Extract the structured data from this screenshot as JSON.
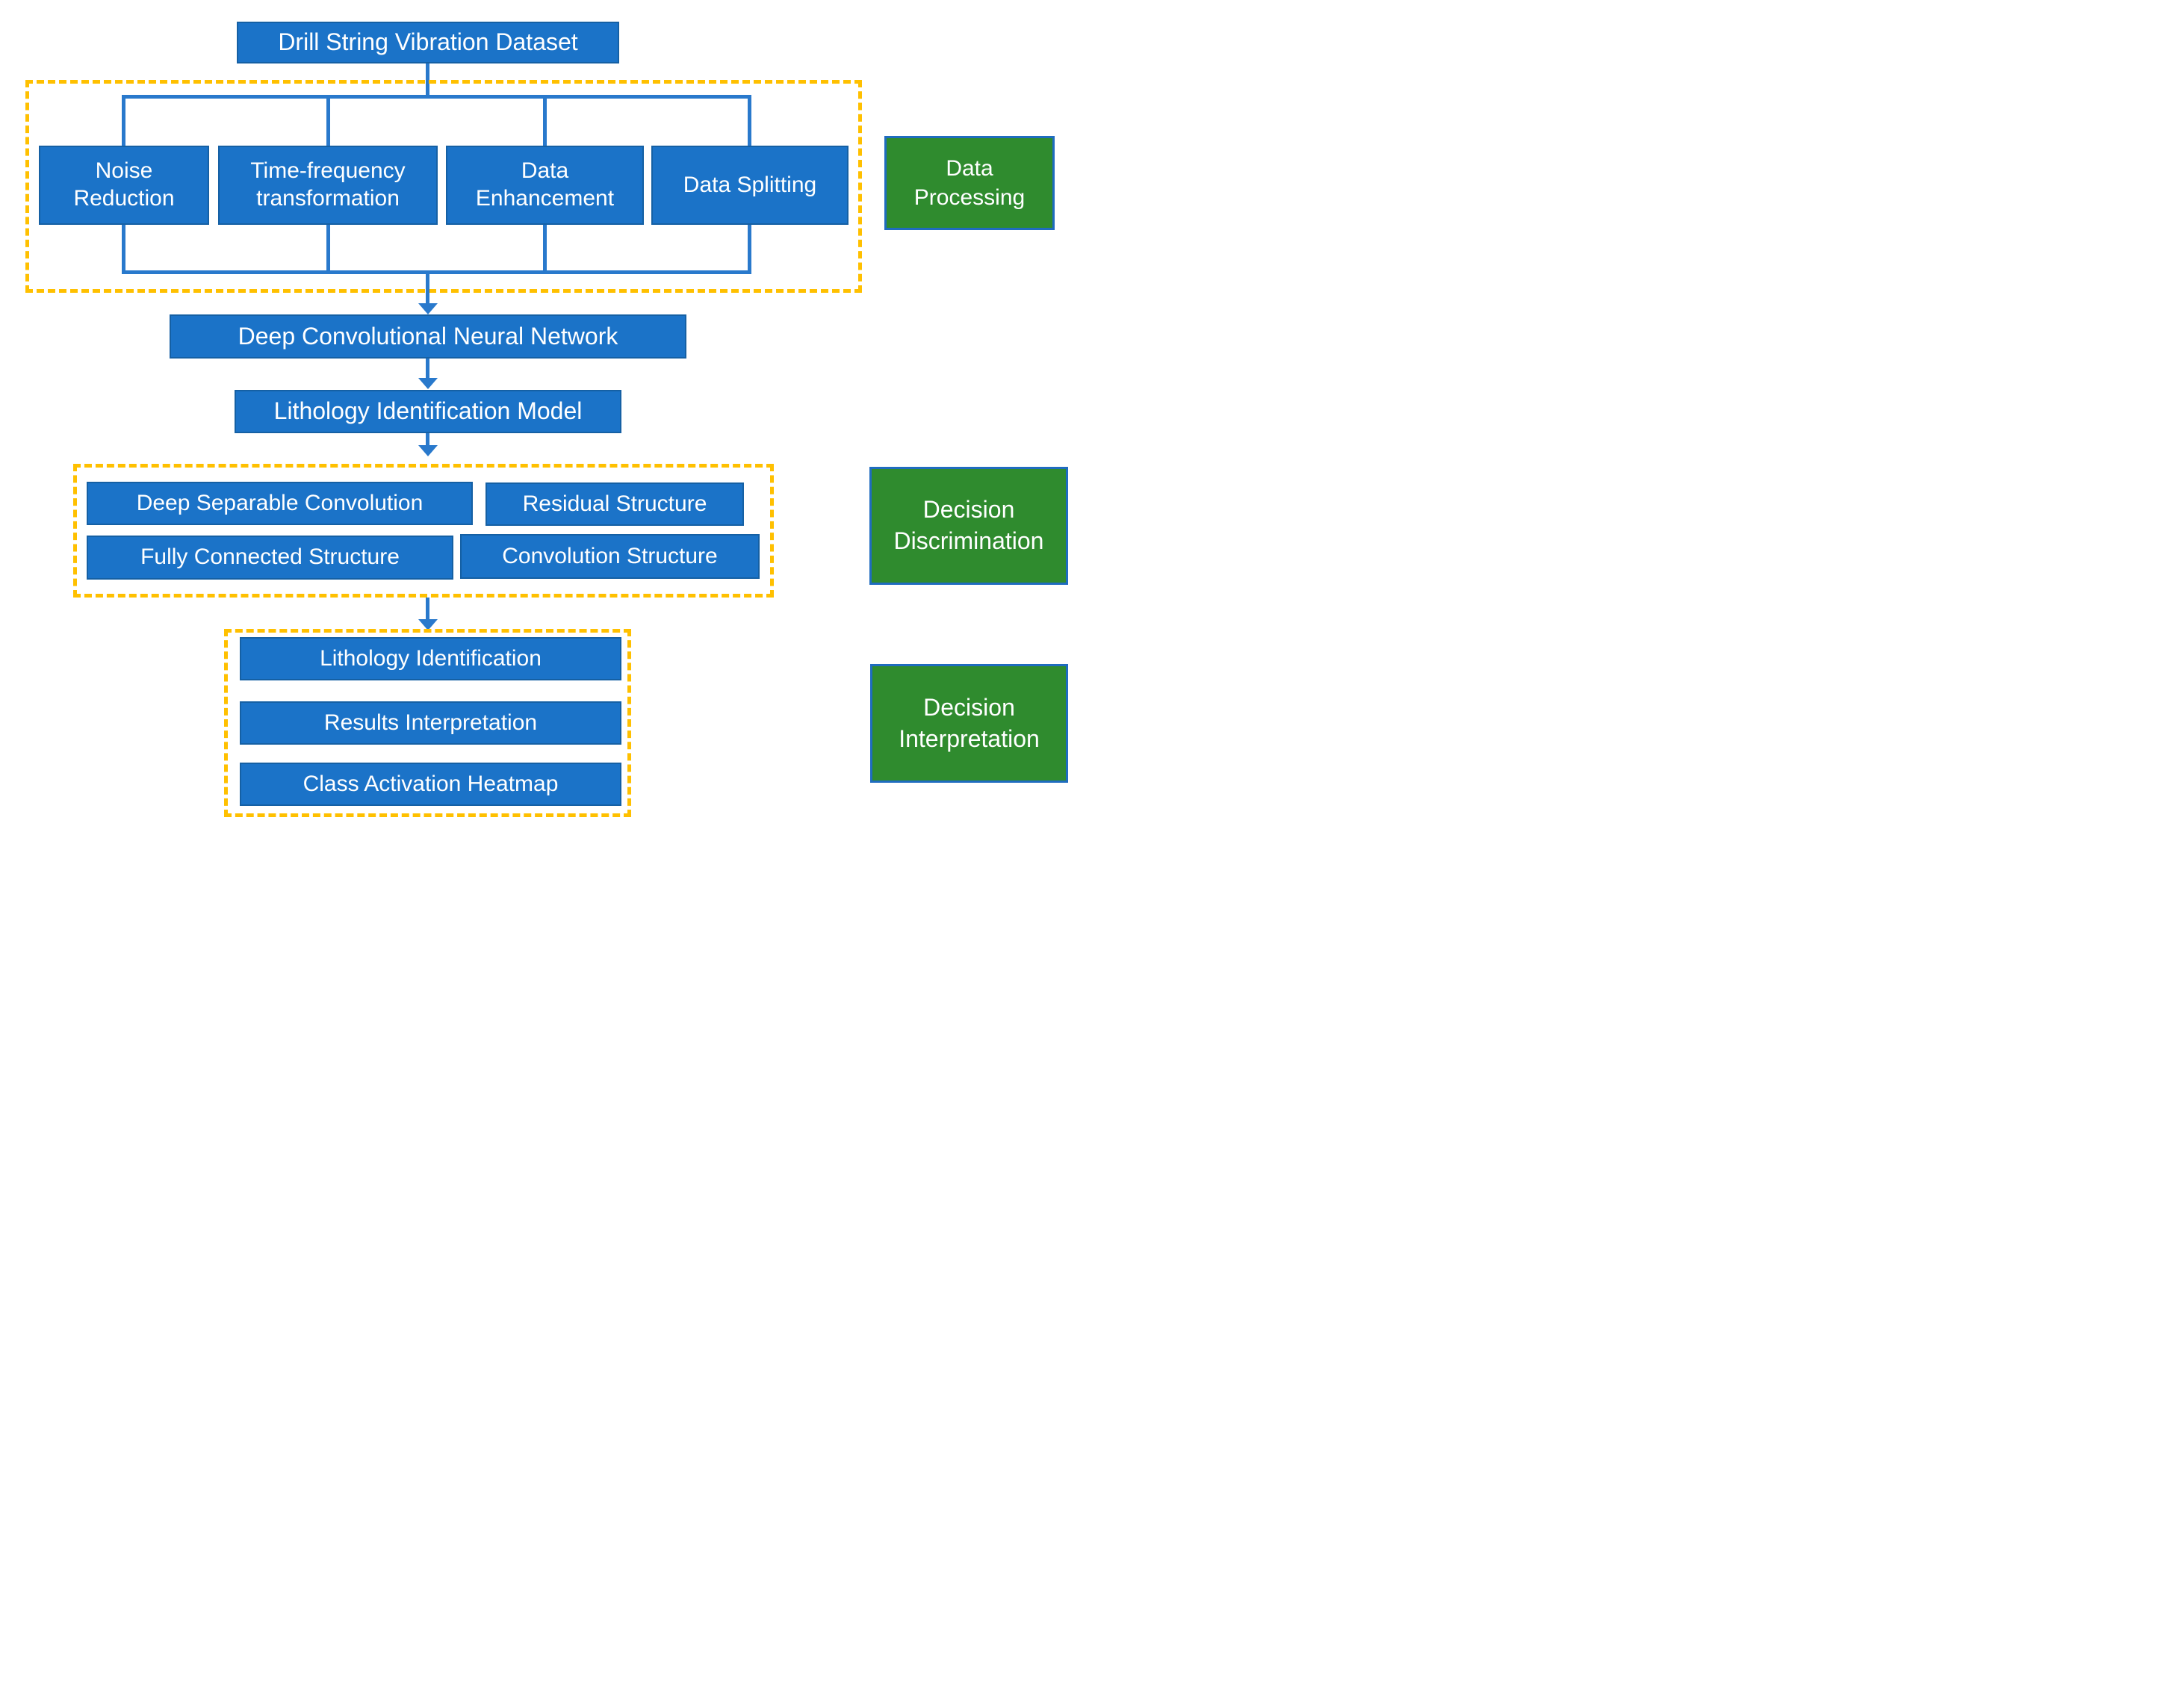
{
  "palette": {
    "box_blue": "#1b73c8",
    "box_blue_border": "#1560a4",
    "green": "#2f8b2e",
    "green_border": "#1f6cbf",
    "dashed_yellow": "#ffc000",
    "connector_blue": "#2979cc",
    "text_white": "#ffffff"
  },
  "nodes": {
    "dataset": "Drill String Vibration Dataset",
    "processing_steps": [
      "Noise Reduction",
      "Time-frequency transformation",
      "Data Enhancement",
      "Data Splitting"
    ],
    "dcnn": "Deep Convolutional Neural Network",
    "lim": "Lithology Identification Model",
    "structures": [
      "Deep Separable Convolution",
      "Residual Structure",
      "Fully Connected Structure",
      "Convolution Structure"
    ],
    "outputs": [
      "Lithology Identification",
      "Results Interpretation",
      "Class Activation Heatmap"
    ],
    "stages": [
      "Data Processing",
      "Decision Discrimination",
      "Decision Interpretation"
    ]
  }
}
